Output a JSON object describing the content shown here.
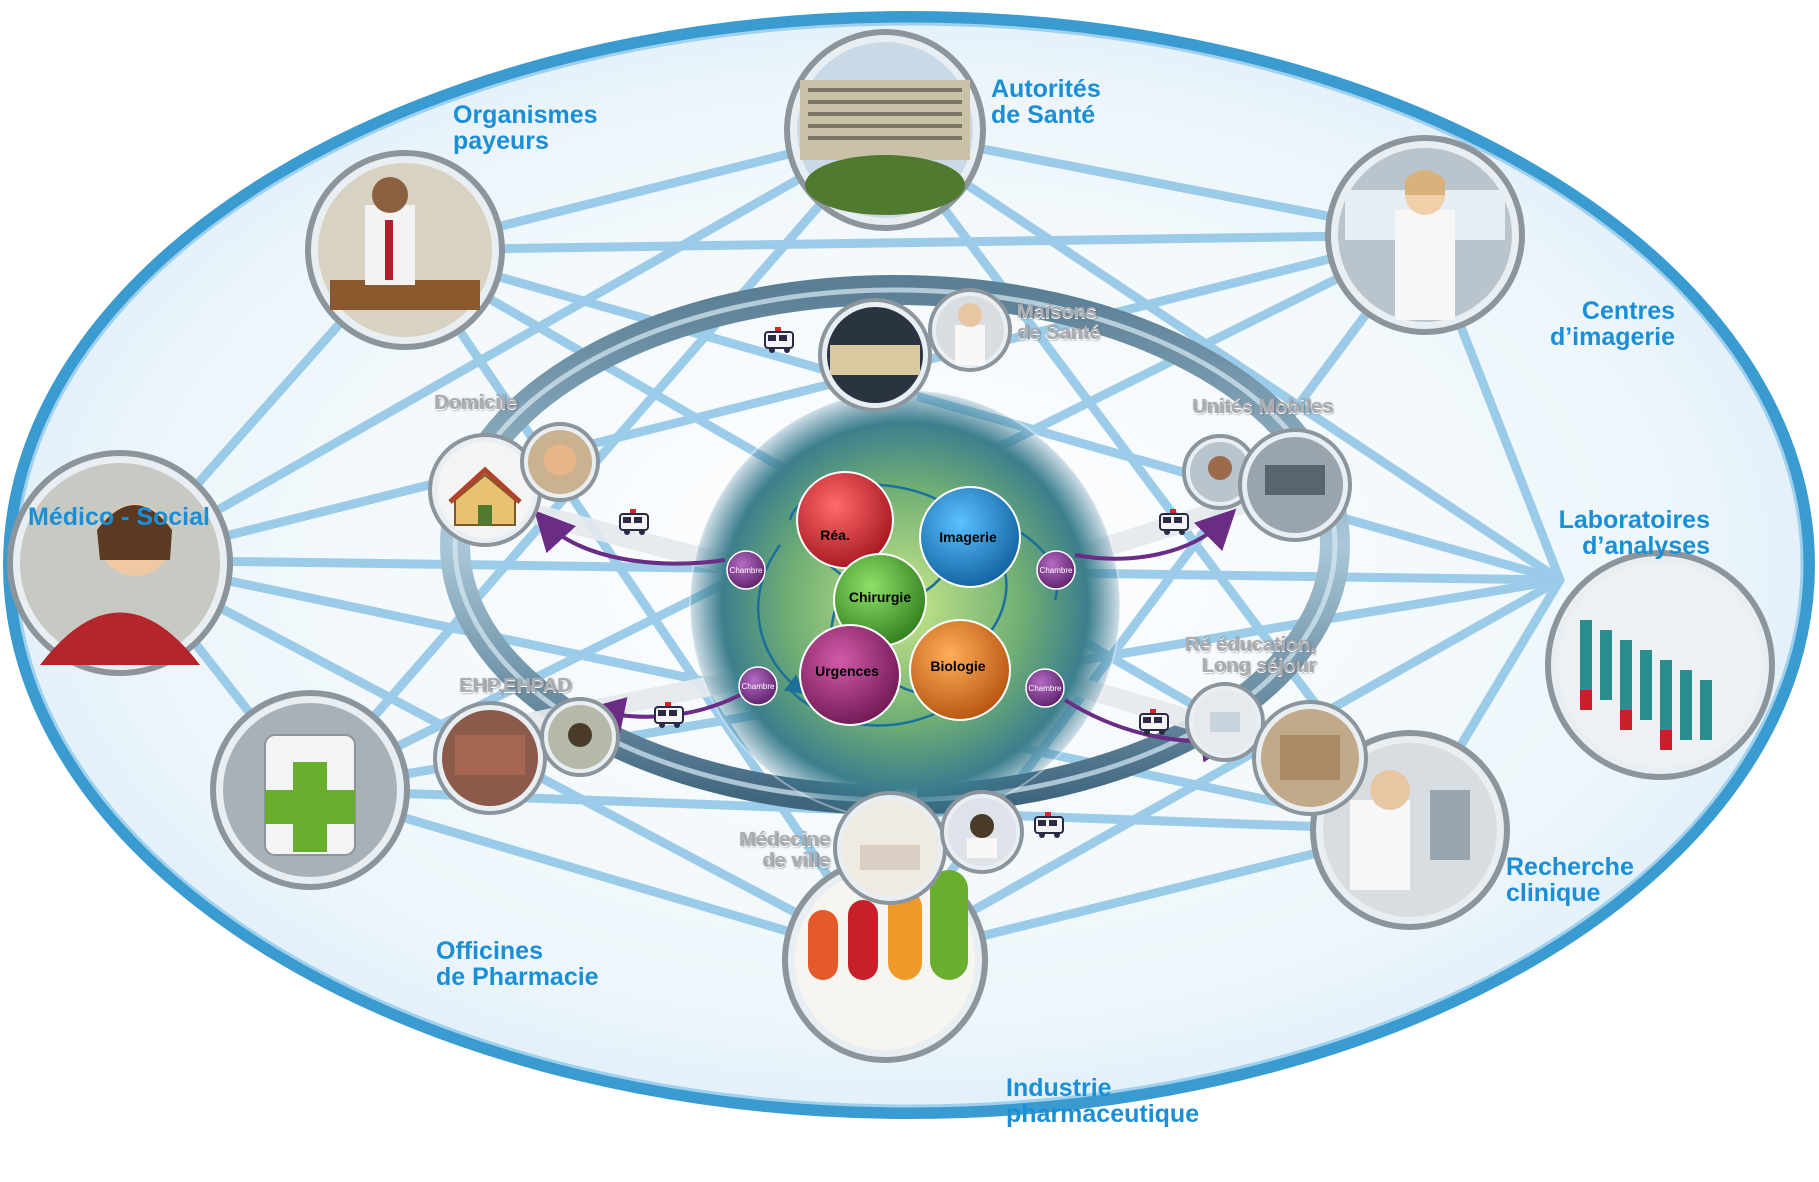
{
  "outer_nodes": [
    {
      "id": "autorites",
      "label": "Autorités\nde Santé",
      "icon": "hospital-building-photo"
    },
    {
      "id": "organismes",
      "label": "Organismes\npayeurs",
      "icon": "office-worker-photo"
    },
    {
      "id": "centres-imagerie",
      "label": "Centres\nd’imagerie",
      "icon": "doctor-photo"
    },
    {
      "id": "medico-social",
      "label": "Médico - Social",
      "icon": "woman-portrait-photo"
    },
    {
      "id": "laboratoires",
      "label": "Laboratoires\nd’analyses",
      "icon": "test-tubes-photo"
    },
    {
      "id": "officines",
      "label": "Officines\nde Pharmacie",
      "icon": "pharmacy-cross-icon"
    },
    {
      "id": "recherche",
      "label": "Recherche\nclinique",
      "icon": "lab-researcher-photo"
    },
    {
      "id": "industrie",
      "label": "Industrie\npharmaceutique",
      "icon": "pills-characters-photo"
    }
  ],
  "inner_nodes": [
    {
      "id": "maisons",
      "label": "Maisons\nde Santé"
    },
    {
      "id": "domicile",
      "label": "Domicile"
    },
    {
      "id": "unites",
      "label": "Unités Mobiles"
    },
    {
      "id": "ehpad",
      "label": "EHP,EHPAD"
    },
    {
      "id": "reeducation",
      "label": "Ré éducation,\nLong séjour"
    },
    {
      "id": "medecine",
      "label": "Médecine\nde ville"
    }
  ],
  "hub": {
    "rea": "Réa.",
    "imagerie": "Imagerie",
    "chirurgie": "Chirurgie",
    "urgences": "Urgences",
    "biologie": "Biologie",
    "chambre": "Chambre"
  },
  "colors": {
    "outer_label": "#1a8fd6",
    "ring": "#3a9bd1",
    "network_line": "#8cc4e6",
    "rea": "#c8202a",
    "imagerie": "#1c82c6",
    "chirurgie": "#4ca42d",
    "urgences": "#9b2575",
    "biologie": "#e2761d",
    "chambre": "#7b2f86",
    "arrow": "#6a2c85"
  }
}
